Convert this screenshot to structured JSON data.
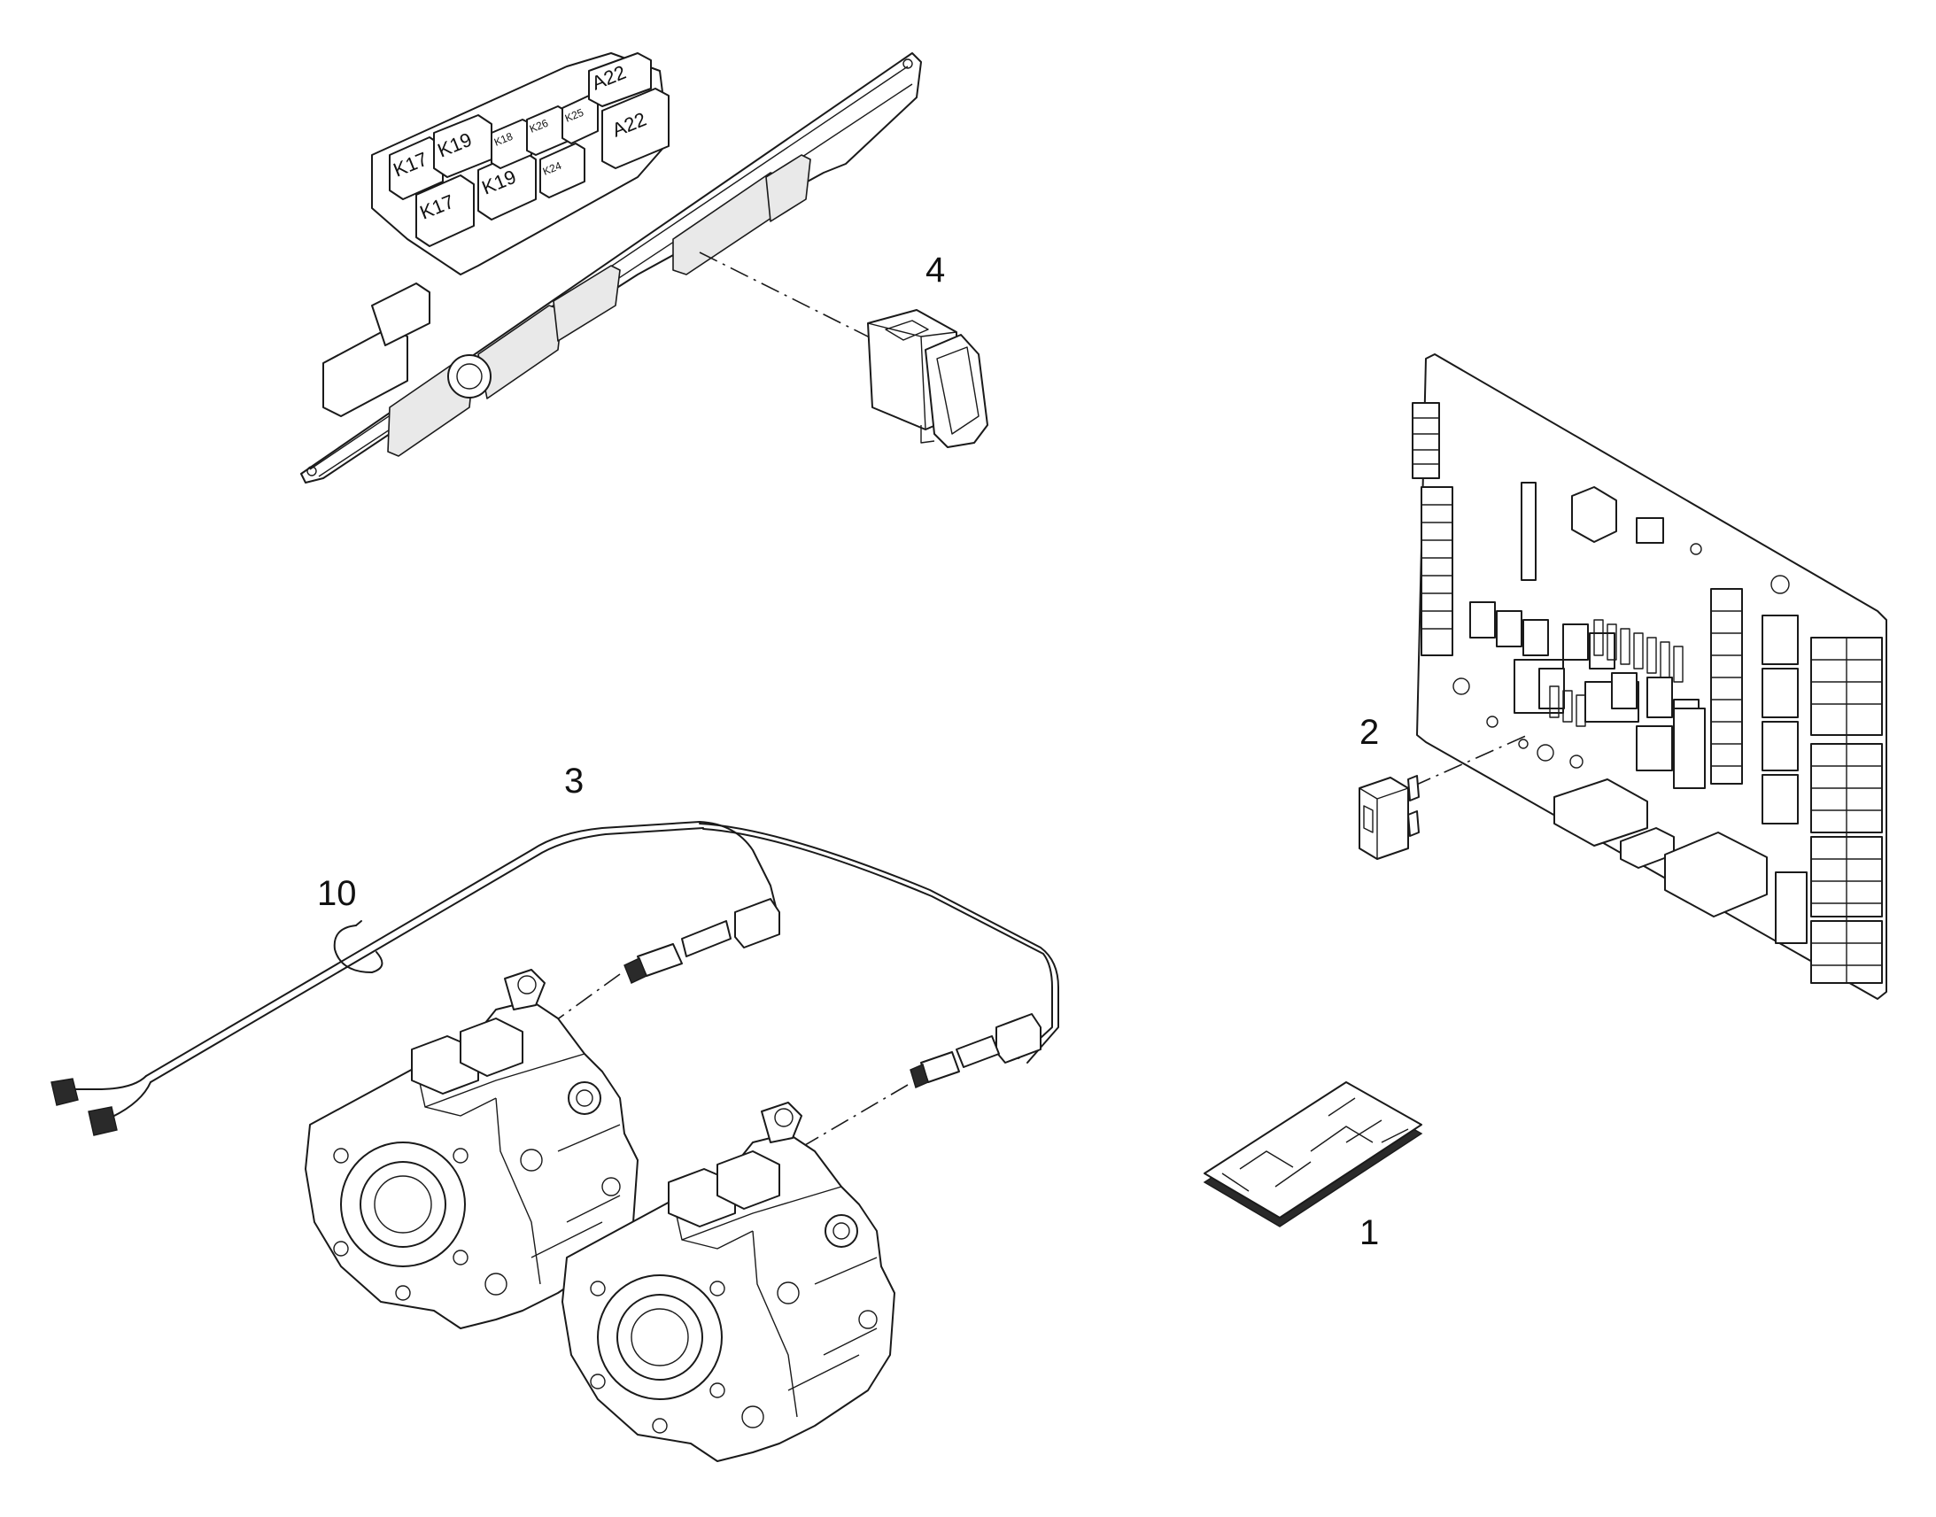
{
  "callouts": {
    "c1": "1",
    "c2": "2",
    "c3": "3",
    "c4": "4",
    "c10": "10"
  },
  "relay_labels": {
    "k17a": "K17",
    "k19a": "K19",
    "k17b": "K17",
    "k19b": "K19",
    "a22a": "A22",
    "a22b": "A22",
    "k26": "K26",
    "k25": "K25",
    "k18": "K18",
    "k24": "K24"
  },
  "colors": {
    "line": "#1a1a1a",
    "background": "#ffffff"
  }
}
